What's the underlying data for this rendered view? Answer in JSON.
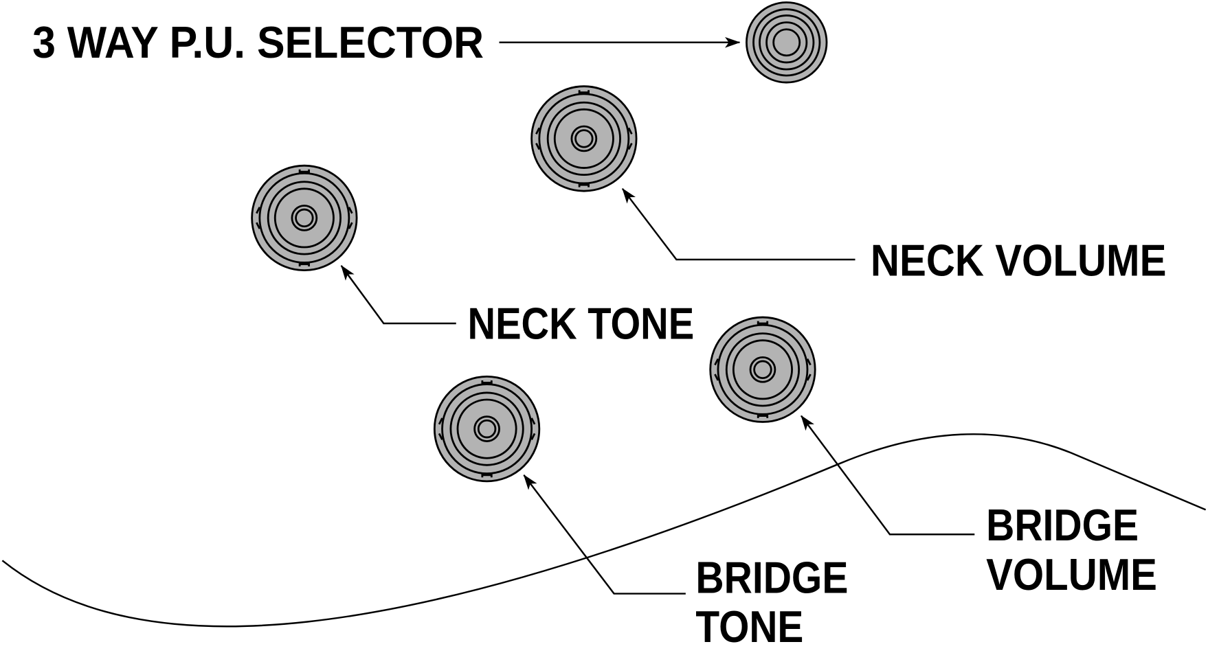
{
  "labels": {
    "selector": "3 WAY P.U. SELECTOR",
    "neck_volume": "NECK VOLUME",
    "neck_tone": "NECK TONE",
    "bridge_volume_line1": "BRIDGE",
    "bridge_volume_line2": "VOLUME",
    "bridge_tone_line1": "BRIDGE",
    "bridge_tone_line2": "TONE"
  },
  "colors": {
    "knob_fill": "#b3b3b3",
    "line": "#000000",
    "background": "#ffffff"
  }
}
